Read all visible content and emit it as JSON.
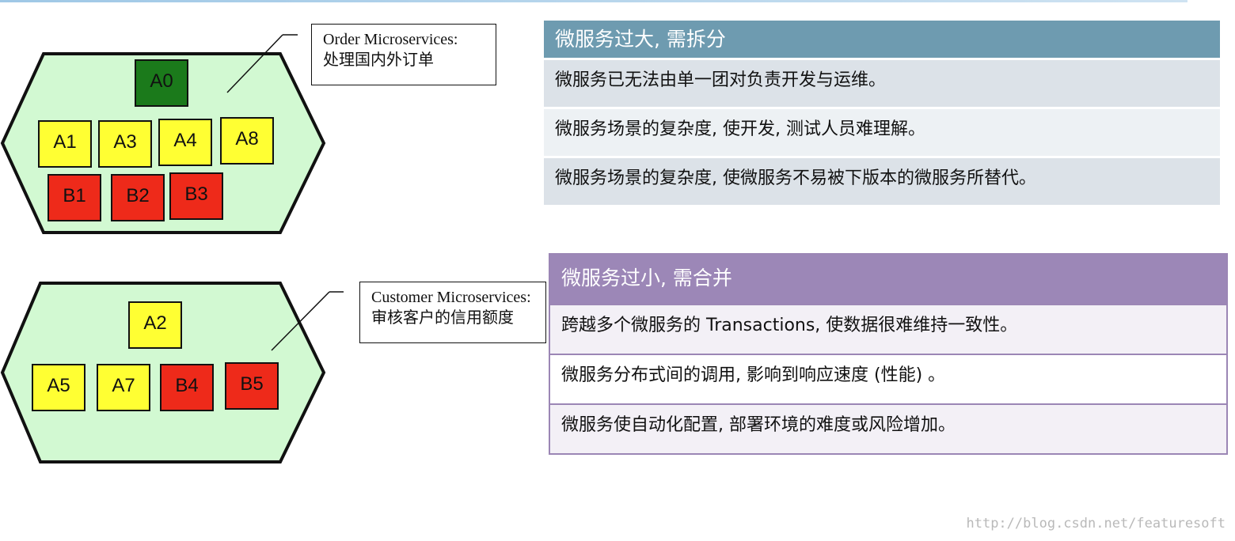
{
  "order_group": {
    "callout": [
      "Order Microservices:",
      "处理国内外订单"
    ],
    "services": [
      {
        "label": "A0",
        "color": "#1b7a1b"
      },
      {
        "label": "A1",
        "color": "#ffff33"
      },
      {
        "label": "A3",
        "color": "#ffff33"
      },
      {
        "label": "A4",
        "color": "#ffff33"
      },
      {
        "label": "A8",
        "color": "#ffff33"
      },
      {
        "label": "B1",
        "color": "#ee2a1a"
      },
      {
        "label": "B2",
        "color": "#ee2a1a"
      },
      {
        "label": "B3",
        "color": "#ee2a1a"
      }
    ]
  },
  "customer_group": {
    "callout": [
      "Customer Microservices:",
      "审核客户的信用额度"
    ],
    "services": [
      {
        "label": "A2",
        "color": "#ffff33"
      },
      {
        "label": "A5",
        "color": "#ffff33"
      },
      {
        "label": "A7",
        "color": "#ffff33"
      },
      {
        "label": "B4",
        "color": "#ee2a1a"
      },
      {
        "label": "B5",
        "color": "#ee2a1a"
      }
    ]
  },
  "colors": {
    "hexagon_fill": "#d2f9d2",
    "split_header": "#6e9bb0",
    "merge_header": "#9c87b7"
  },
  "split_table": {
    "header": "微服务过大, 需拆分",
    "rows": [
      "微服务已无法由单一团对负责开发与运维。",
      "微服务场景的复杂度, 使开发, 测试人员难理解。",
      "微服务场景的复杂度, 使微服务不易被下版本的微服务所替代。"
    ]
  },
  "merge_table": {
    "header": "微服务过小, 需合并",
    "rows": [
      "跨越多个微服务的 Transactions, 使数据很难维持一致性。",
      "微服务分布式间的调用, 影响到响应速度 (性能) 。",
      "微服务使自动化配置, 部署环境的难度或风险增加。"
    ]
  },
  "watermark": "http://blog.csdn.net/featuresoft"
}
